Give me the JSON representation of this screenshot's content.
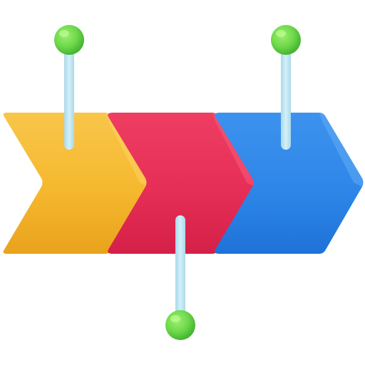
{
  "icon": {
    "name": "timeline-process-arrows-icon",
    "colors": {
      "chevron_1": "#F5B82E",
      "chevron_2": "#E62E56",
      "chevron_3": "#2E86E8",
      "pin_head": "#6ED84A",
      "pin_stem": "#BFE6F2",
      "background": "#FFFFFF"
    },
    "chevrons": [
      {
        "name": "chevron-yellow",
        "color": "#F5B82E"
      },
      {
        "name": "chevron-red",
        "color": "#E62E56"
      },
      {
        "name": "chevron-blue",
        "color": "#2E86E8"
      }
    ],
    "pins": [
      {
        "name": "pin-top-left"
      },
      {
        "name": "pin-bottom-middle"
      },
      {
        "name": "pin-top-right"
      }
    ]
  }
}
